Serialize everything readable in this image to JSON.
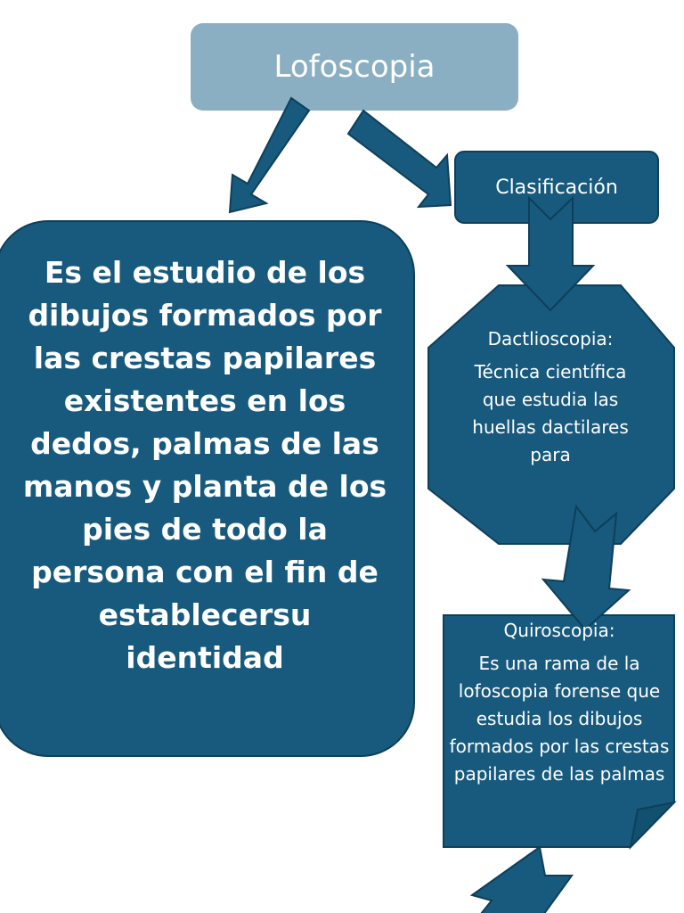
{
  "nodes": {
    "title": "Lofoscopia",
    "classification": "Clasificación",
    "definition": "Es el estudio de los dibujos formados por las crestas papilares existentes en los dedos, palmas de las manos y planta de los pies de todo la persona con el fin de establecersu identidad",
    "dactiloscopia": {
      "heading": "Dactlioscopia:",
      "text": "Técnica científica que estudia las huellas dactilares para"
    },
    "quiroscopia": {
      "heading": "Quiroscopia:",
      "text": "Es una rama de la lofoscopia forense que estudia los dibujos formados por las crestas papilares de las palmas"
    }
  },
  "colors": {
    "title_fill": "#8aafc2",
    "node_fill": "#175a7d",
    "node_border": "#0e3f5a",
    "text": "#ffffff"
  }
}
